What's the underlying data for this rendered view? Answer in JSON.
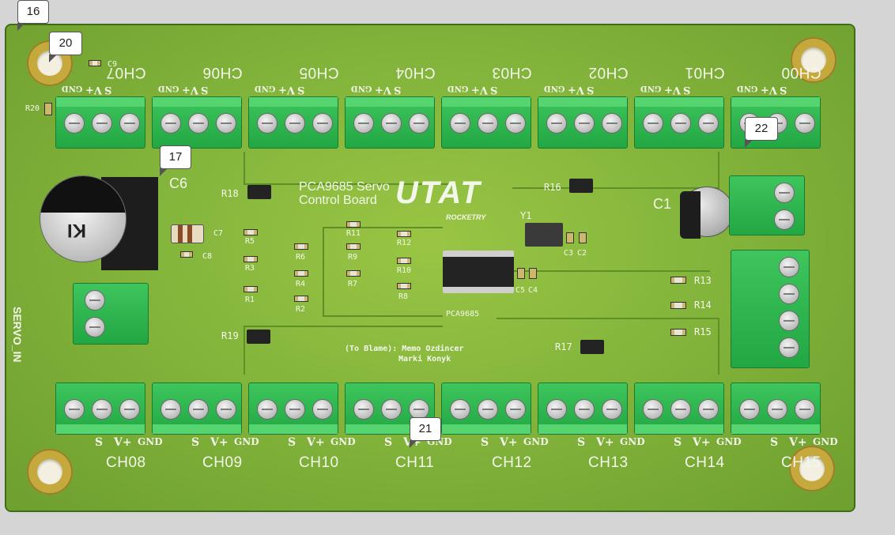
{
  "markers": [
    "16",
    "20",
    "17",
    "22",
    "21"
  ],
  "board": {
    "title_line1": "PCA9685 Servo",
    "title_line2": "Control Board",
    "logo": "UTAT",
    "logo_sub": "ROCKETRY",
    "credits_line1": "(To Blame): Memo Ozdincer",
    "credits_line2": "Marki Konyk",
    "chip_label": "PCA9685",
    "servo_in_label": "SERVO_IN",
    "cap_c6_label": "C6",
    "cap_c1_label": "C1",
    "c6_marking": "KI"
  },
  "top_channels": [
    "CH00",
    "CH01",
    "CH02",
    "CH03",
    "CH04",
    "CH05",
    "CH06",
    "CH07"
  ],
  "top_pins": [
    "S",
    "V+",
    "GND"
  ],
  "bottom_channels": [
    "CH08",
    "CH09",
    "CH10",
    "CH11",
    "CH12",
    "CH13",
    "CH14",
    "CH15"
  ],
  "bottom_pins": [
    "S",
    "V+",
    "GND"
  ],
  "components": {
    "r18": "R18",
    "r16": "R16",
    "r19": "R19",
    "r17": "R17",
    "r20": "R20",
    "y1": "Y1",
    "c7": "C7",
    "c8": "C8",
    "c9": "C9",
    "c3": "C3",
    "c2": "C2",
    "c5": "C5",
    "c4": "C4",
    "r13": "R13",
    "r14": "R14",
    "r15": "R15",
    "r5": "R5",
    "r3": "R3",
    "r1": "R1",
    "r6": "R6",
    "r4": "R4",
    "r2": "R2",
    "r11": "R11",
    "r9": "R9",
    "r7": "R7",
    "r12": "R12",
    "r10": "R10",
    "r8": "R8"
  }
}
